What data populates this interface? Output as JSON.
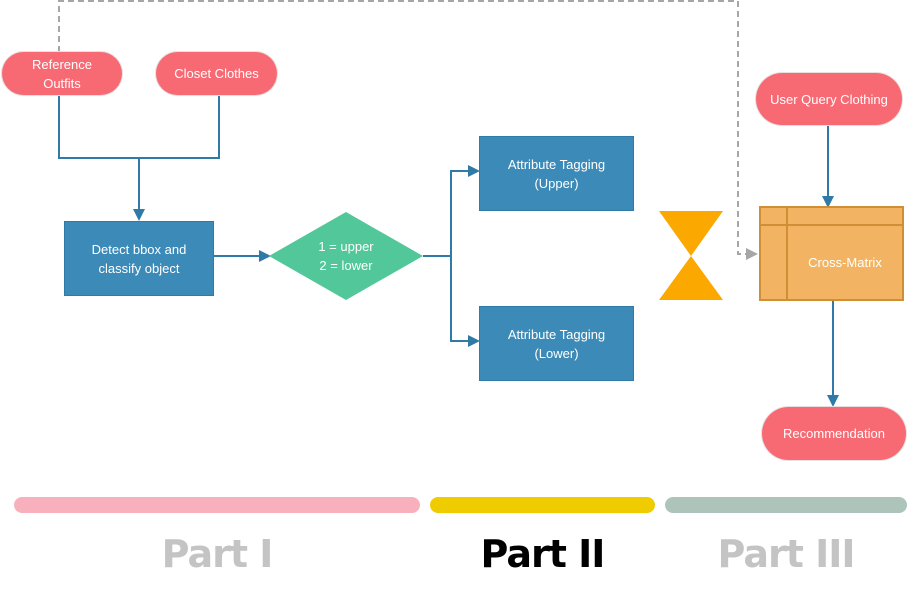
{
  "nodes": {
    "reference_outfits": "Reference\nOutfits",
    "closet_clothes": "Closet Clothes",
    "detect": "Detect bbox and\nclassify object",
    "decision": "1 = upper\n2 = lower",
    "tag_upper": "Attribute Tagging\n(Upper)",
    "tag_lower": "Attribute Tagging\n(Lower)",
    "user_query": "User Query Clothing",
    "cross_matrix": "Cross-Matrix",
    "recommendation": "Recommendation"
  },
  "phases": [
    {
      "label": "Part I",
      "bar_color": "#f8b1bc",
      "text_color": "#c4c4c4"
    },
    {
      "label": "Part II",
      "bar_color": "#eecc00",
      "text_color": "#000000"
    },
    {
      "label": "Part III",
      "bar_color": "#adc4ba",
      "text_color": "#c4c4c4"
    }
  ],
  "colors": {
    "terminal": "#f76a73",
    "process": "#3b8ab8",
    "decision": "#52c79a",
    "connector": "#2f7aa6",
    "matrix_fill": "#f2b462",
    "matrix_border": "#d08f35",
    "hourglass": "#fba800",
    "dashed": "#a6a6a6"
  }
}
